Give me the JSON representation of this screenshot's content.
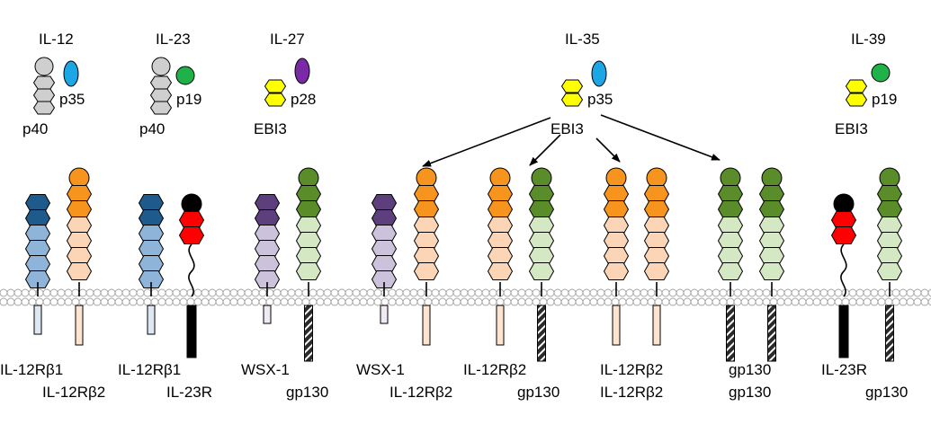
{
  "cytokines": [
    {
      "name": "IL-12",
      "top_subunit": "p35",
      "bottom_subunit": "p40",
      "top_color": "#1ca6e6",
      "bottom_color": "#cfcfcf"
    },
    {
      "name": "IL-23",
      "top_subunit": "p19",
      "bottom_subunit": "p40",
      "top_color": "#1fb14a",
      "bottom_color": "#cfcfcf"
    },
    {
      "name": "IL-27",
      "top_subunit": "p28",
      "bottom_subunit": "EBI3",
      "top_color": "#7a2aa6",
      "bottom_color": "#ffff00"
    },
    {
      "name": "IL-35",
      "top_subunit": "p35",
      "bottom_subunit": "EBI3",
      "top_color": "#1ca6e6",
      "bottom_color": "#ffff00"
    },
    {
      "name": "IL-39",
      "top_subunit": "p19",
      "bottom_subunit": "EBI3",
      "top_color": "#1fb14a",
      "bottom_color": "#ffff00"
    }
  ],
  "receptor_groups": [
    {
      "labels": [
        "IL-12Rβ1",
        "IL-12Rβ2"
      ],
      "receptors": [
        "IL12RB1",
        "IL12RB2"
      ]
    },
    {
      "labels": [
        "IL-12Rβ1",
        "IL-23R"
      ],
      "receptors": [
        "IL12RB1",
        "IL23R"
      ]
    },
    {
      "labels": [
        "WSX-1",
        "gp130"
      ],
      "receptors": [
        "WSX1",
        "GP130"
      ]
    },
    {
      "labels": [
        "WSX-1",
        "IL-12Rβ2"
      ],
      "receptors": [
        "WSX1",
        "IL12RB2"
      ]
    },
    {
      "labels": [
        "IL-12Rβ2",
        "gp130"
      ],
      "receptors": [
        "IL12RB2",
        "GP130"
      ]
    },
    {
      "labels": [
        "IL-12Rβ2",
        "IL-12Rβ2"
      ],
      "receptors": [
        "IL12RB2",
        "IL12RB2"
      ]
    },
    {
      "labels": [
        "gp130",
        "gp130"
      ],
      "receptors": [
        "GP130",
        "GP130"
      ]
    },
    {
      "labels": [
        "IL-23R",
        "gp130"
      ],
      "receptors": [
        "IL23R",
        "GP130"
      ]
    }
  ],
  "receptor_styles": {
    "IL12RB1": {
      "head": "#1f5a8c",
      "body": "#8fb4d9",
      "tail": "light-blue-bar",
      "tail_color": "#dde8f3"
    },
    "IL12RB2": {
      "head": "#f7941d",
      "body": "#fbd5b5",
      "tail": "peach-bar",
      "tail_color": "#fde4d0"
    },
    "IL23R": {
      "head": "#000000",
      "head2": "#ff0000",
      "tail": "black-bar",
      "tail_color": "#000000"
    },
    "WSX1": {
      "head": "#5e3f7e",
      "body": "#cdc2dc",
      "tail": "lavender-bar",
      "tail_color": "#efeaf4"
    },
    "GP130": {
      "head": "#5b8c2a",
      "body": "#d5e8c4",
      "tail": "striped-bar",
      "tail_color": "#2b2b2b"
    }
  },
  "membrane": {
    "bead_color": "#ffffff",
    "bead_stroke": "#a6a6a6"
  }
}
